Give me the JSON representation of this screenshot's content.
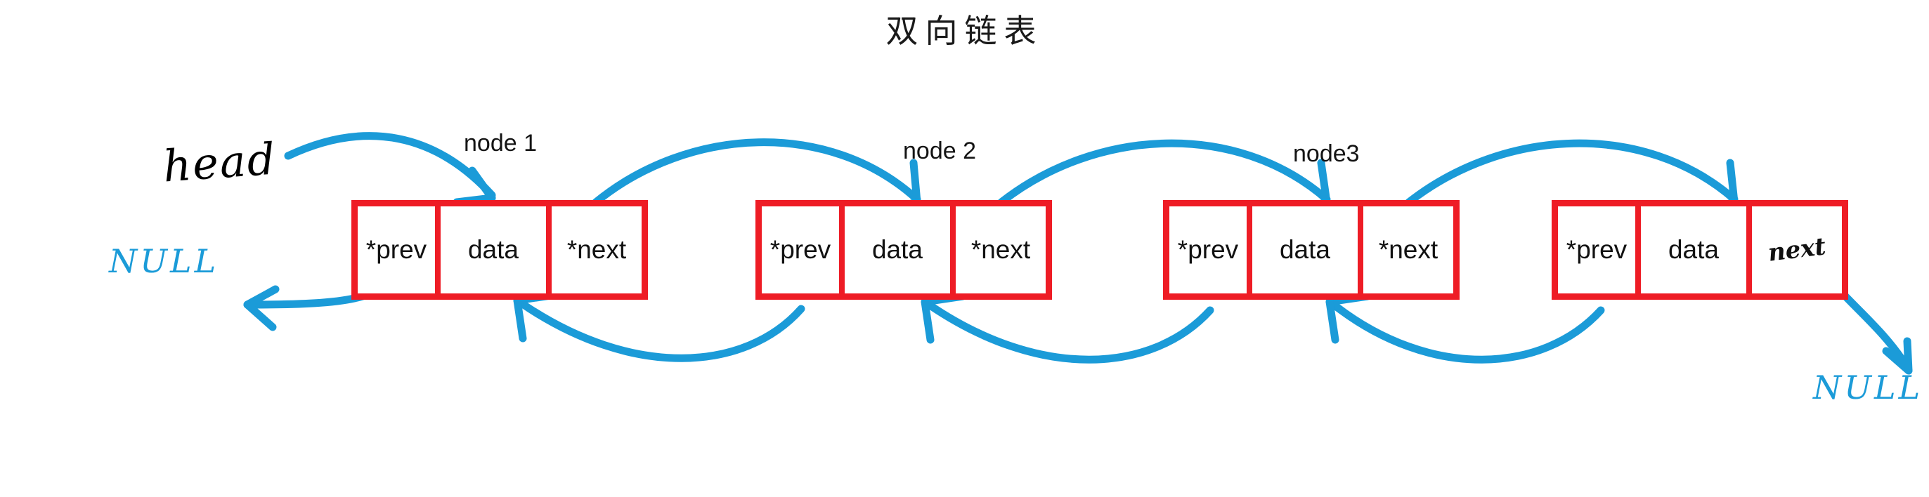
{
  "title": "双向链表",
  "colors": {
    "node_border": "#ee1c25",
    "arrow": "#1b9bd8",
    "text": "#111111",
    "handwriting_black": "#000000"
  },
  "annotations": {
    "head": "head",
    "null_left": "NULL",
    "null_right": "NULL"
  },
  "nodes": [
    {
      "label": "node 1",
      "cells": {
        "prev": "*prev",
        "data": "data",
        "next": "*next"
      }
    },
    {
      "label": "node 2",
      "cells": {
        "prev": "*prev",
        "data": "data",
        "next": "*next"
      }
    },
    {
      "label": "node3",
      "cells": {
        "prev": "*prev",
        "data": "data",
        "next": "*next"
      }
    },
    {
      "label": "",
      "cells": {
        "prev": "*prev",
        "data": "data",
        "next": "next"
      }
    }
  ]
}
